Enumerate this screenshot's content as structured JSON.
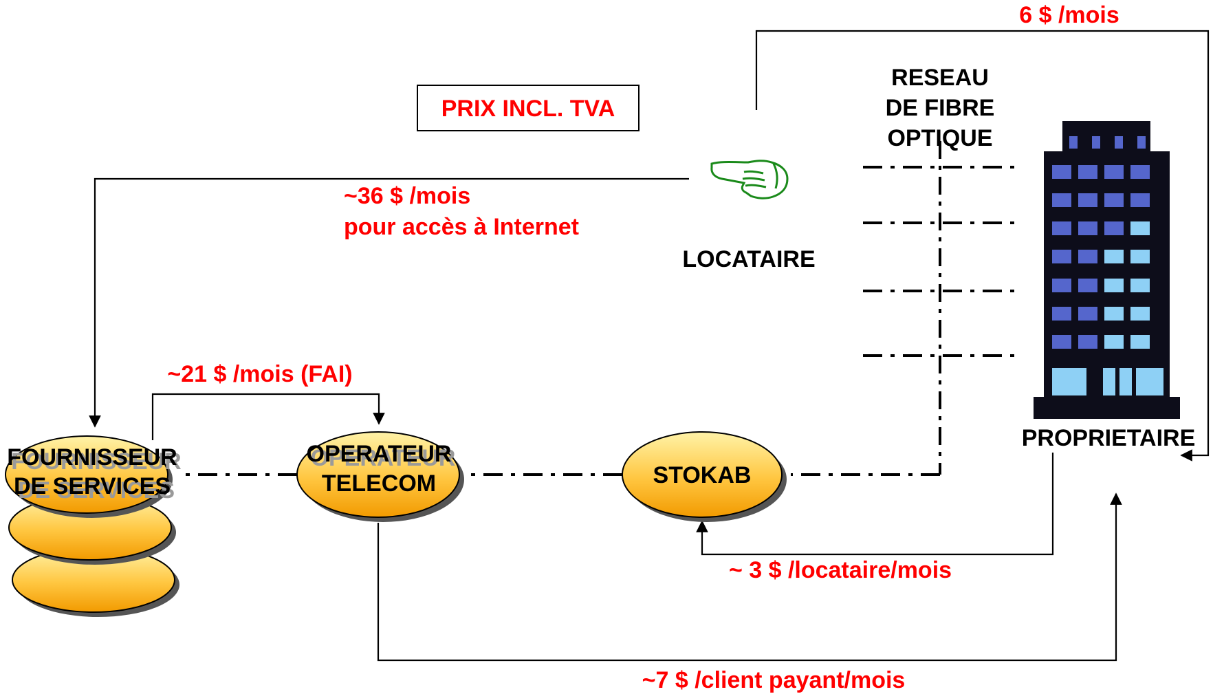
{
  "colors": {
    "price_text": "#ff0000",
    "node_fill_top": "#ffef9a",
    "node_fill_bottom": "#f5a400",
    "building_dark": "#0d0d1a",
    "window_blue": "#5566cc",
    "window_light": "#8ed0f5",
    "hand_green": "#1a8a1a"
  },
  "notice": {
    "text": "PRIX INCL. TVA"
  },
  "nodes": {
    "fournisseur": {
      "line1": "FOURNISSEUR",
      "line2": "DE SERVICES"
    },
    "operateur": {
      "line1": "OPERATEUR",
      "line2": "TELECOM"
    },
    "stokab": {
      "label": "STOKAB"
    }
  },
  "actors": {
    "locataire": {
      "label": "LOCATAIRE",
      "icon": "pointing-hand-icon"
    },
    "proprietaire": {
      "label": "PROPRIETAIRE",
      "icon": "office-building-icon"
    }
  },
  "network": {
    "line1": "RESEAU",
    "line2": "DE FIBRE",
    "line3": "OPTIQUE"
  },
  "flows": {
    "owner_self": "6 $ /mois",
    "tenant_to_provider_1": "~36 $ /mois",
    "tenant_to_provider_2": "pour accès à Internet",
    "provider_to_operator": "~21 $ /mois (FAI)",
    "owner_to_stokab": "~ 3 $ /locataire/mois",
    "operator_to_owner": "~7 $ /client payant/mois"
  }
}
